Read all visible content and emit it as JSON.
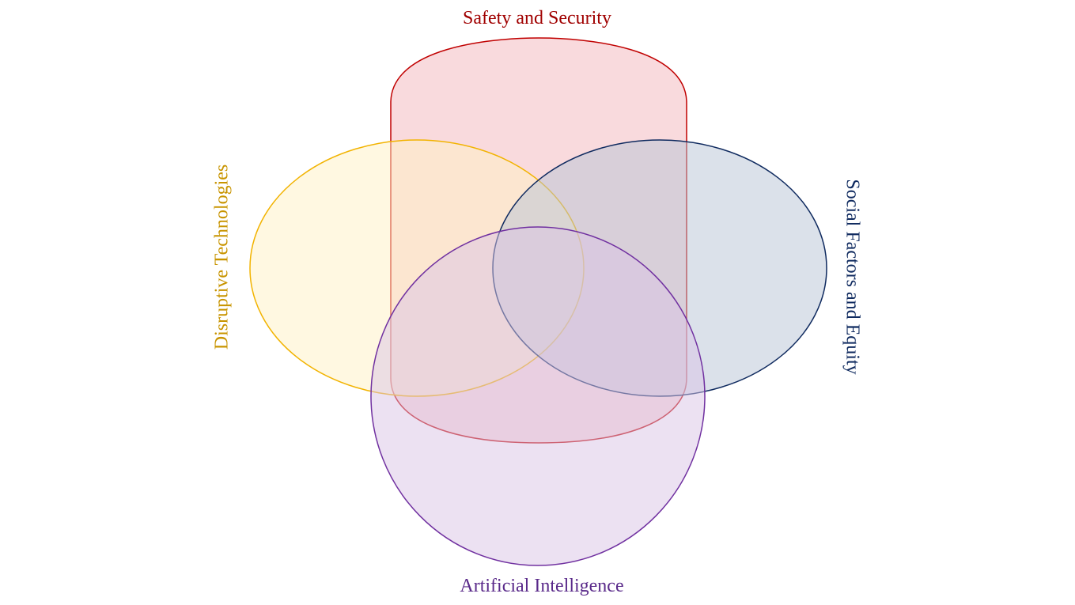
{
  "diagram": {
    "type": "venn",
    "sets": [
      {
        "key": "safety",
        "label": "Safety and Security",
        "stroke": "#C00000",
        "fill": "#F4B6BC",
        "text_color": "#A00000"
      },
      {
        "key": "disruptive",
        "label": "Disruptive Technologies",
        "stroke": "#F2B300",
        "fill": "#FFF1C4",
        "text_color": "#C89400"
      },
      {
        "key": "social",
        "label": "Social Factors and Equity",
        "stroke": "#0F2A5F",
        "fill": "#B8C3D6",
        "text_color": "#0F2A5F"
      },
      {
        "key": "ai",
        "label": "Artificial Intelligence",
        "stroke": "#7030A0",
        "fill": "#D9C3E6",
        "text_color": "#5A2A8A"
      }
    ]
  }
}
